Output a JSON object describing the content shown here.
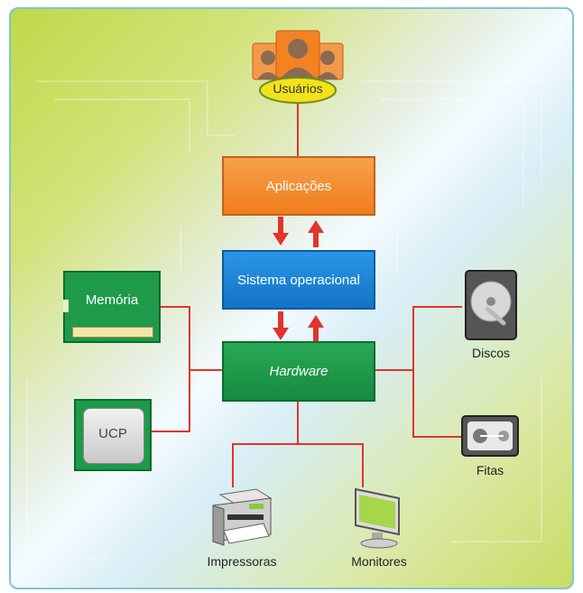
{
  "nodes": {
    "users": "Usuários",
    "applications": "Aplicações",
    "os": "Sistema operacional",
    "hardware": "Hardware",
    "memory": "Memória",
    "cpu": "UCP",
    "disks": "Discos",
    "tapes": "Fitas",
    "printers": "Impressoras",
    "monitors": "Monitores"
  },
  "colors": {
    "connector": "#e0352b",
    "applications": "#f28222",
    "os": "#1e86d8",
    "hardware": "#1f9a4a",
    "users_badge": "#f3e11a"
  }
}
